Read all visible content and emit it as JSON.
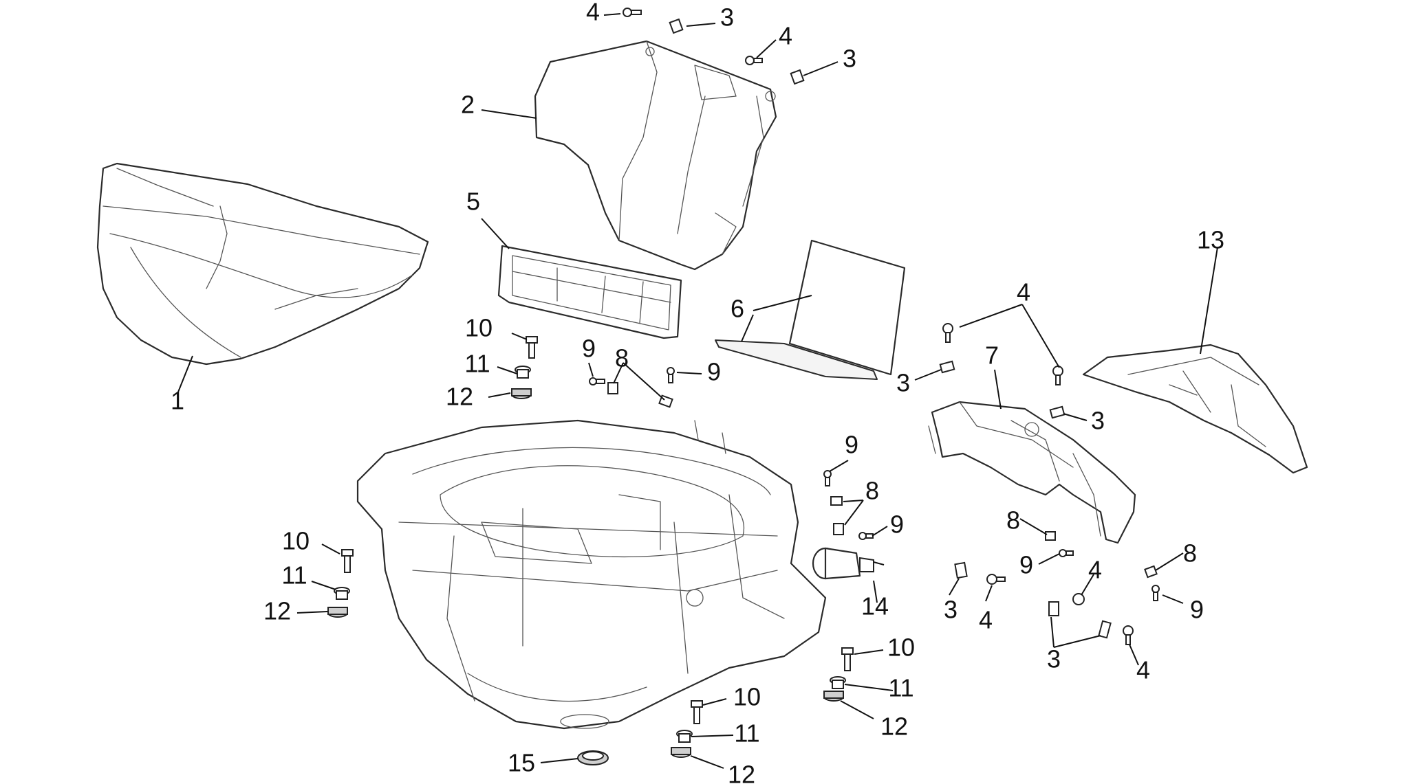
{
  "callouts": [
    {
      "id": "c1",
      "text": "1"
    },
    {
      "id": "c2",
      "text": "2"
    },
    {
      "id": "c3a",
      "text": "3"
    },
    {
      "id": "c3b",
      "text": "3"
    },
    {
      "id": "c3c",
      "text": "3"
    },
    {
      "id": "c3d",
      "text": "3"
    },
    {
      "id": "c3e",
      "text": "3"
    },
    {
      "id": "c3f",
      "text": "3"
    },
    {
      "id": "c4a",
      "text": "4"
    },
    {
      "id": "c4b",
      "text": "4"
    },
    {
      "id": "c4c",
      "text": "4"
    },
    {
      "id": "c4d",
      "text": "4"
    },
    {
      "id": "c4e",
      "text": "4"
    },
    {
      "id": "c4f",
      "text": "4"
    },
    {
      "id": "c5",
      "text": "5"
    },
    {
      "id": "c6",
      "text": "6"
    },
    {
      "id": "c7",
      "text": "7"
    },
    {
      "id": "c8a",
      "text": "8"
    },
    {
      "id": "c8b",
      "text": "8"
    },
    {
      "id": "c8c",
      "text": "8"
    },
    {
      "id": "c8d",
      "text": "8"
    },
    {
      "id": "c9a",
      "text": "9"
    },
    {
      "id": "c9b",
      "text": "9"
    },
    {
      "id": "c9c",
      "text": "9"
    },
    {
      "id": "c9d",
      "text": "9"
    },
    {
      "id": "c9e",
      "text": "9"
    },
    {
      "id": "c9f",
      "text": "9"
    },
    {
      "id": "c10a",
      "text": "10"
    },
    {
      "id": "c10b",
      "text": "10"
    },
    {
      "id": "c10c",
      "text": "10"
    },
    {
      "id": "c10d",
      "text": "10"
    },
    {
      "id": "c11a",
      "text": "11"
    },
    {
      "id": "c11b",
      "text": "11"
    },
    {
      "id": "c11c",
      "text": "11"
    },
    {
      "id": "c11d",
      "text": "11"
    },
    {
      "id": "c12a",
      "text": "12"
    },
    {
      "id": "c12b",
      "text": "12"
    },
    {
      "id": "c12c",
      "text": "12"
    },
    {
      "id": "c12d",
      "text": "12"
    },
    {
      "id": "c13",
      "text": "13"
    },
    {
      "id": "c14",
      "text": "14"
    },
    {
      "id": "c15",
      "text": "15"
    }
  ]
}
